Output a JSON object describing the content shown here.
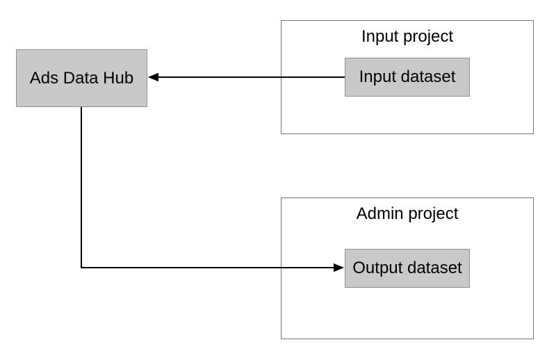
{
  "diagram": {
    "nodes": {
      "ads_data_hub": {
        "label": "Ads Data Hub",
        "shape": "rect",
        "fill": "#c9c9c9"
      },
      "input_dataset": {
        "label": "Input dataset",
        "shape": "rect",
        "fill": "#c9c9c9"
      },
      "output_dataset": {
        "label": "Output dataset",
        "shape": "rect",
        "fill": "#c9c9c9"
      }
    },
    "containers": {
      "input_project": {
        "label": "Input project",
        "fill": "#ffffff"
      },
      "admin_project": {
        "label": "Admin project",
        "fill": "#ffffff"
      }
    },
    "edges": [
      {
        "from": "input_dataset",
        "to": "ads_data_hub",
        "style": "straight-horizontal-arrow"
      },
      {
        "from": "ads_data_hub",
        "to": "output_dataset",
        "style": "elbow-down-right-arrow"
      }
    ],
    "colors": {
      "node_fill": "#c9c9c9",
      "node_border": "#8f8f8f",
      "container_border": "#757575",
      "arrow": "#000000",
      "text": "#000000",
      "background": "#ffffff"
    }
  }
}
